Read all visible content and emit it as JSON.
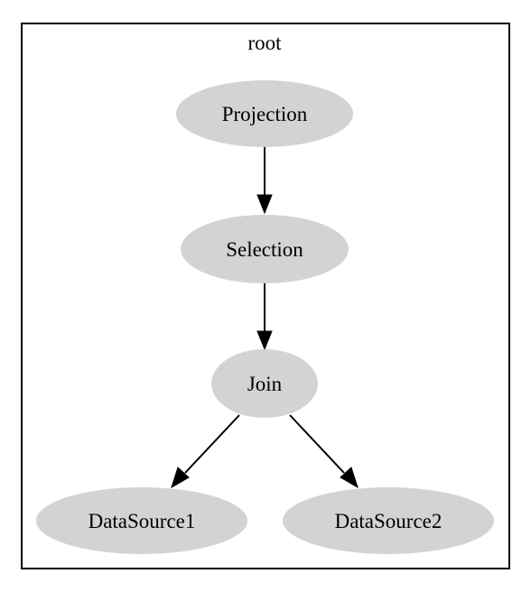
{
  "cluster": {
    "label": "root"
  },
  "nodes": {
    "projection": "Projection",
    "selection": "Selection",
    "join": "Join",
    "datasource1": "DataSource1",
    "datasource2": "DataSource2"
  },
  "edges": [
    {
      "from": "Projection",
      "to": "Selection"
    },
    {
      "from": "Selection",
      "to": "Join"
    },
    {
      "from": "Join",
      "to": "DataSource1"
    },
    {
      "from": "Join",
      "to": "DataSource2"
    }
  ],
  "colors": {
    "node_fill": "#d3d3d3",
    "border": "#000000",
    "edge": "#000000"
  }
}
